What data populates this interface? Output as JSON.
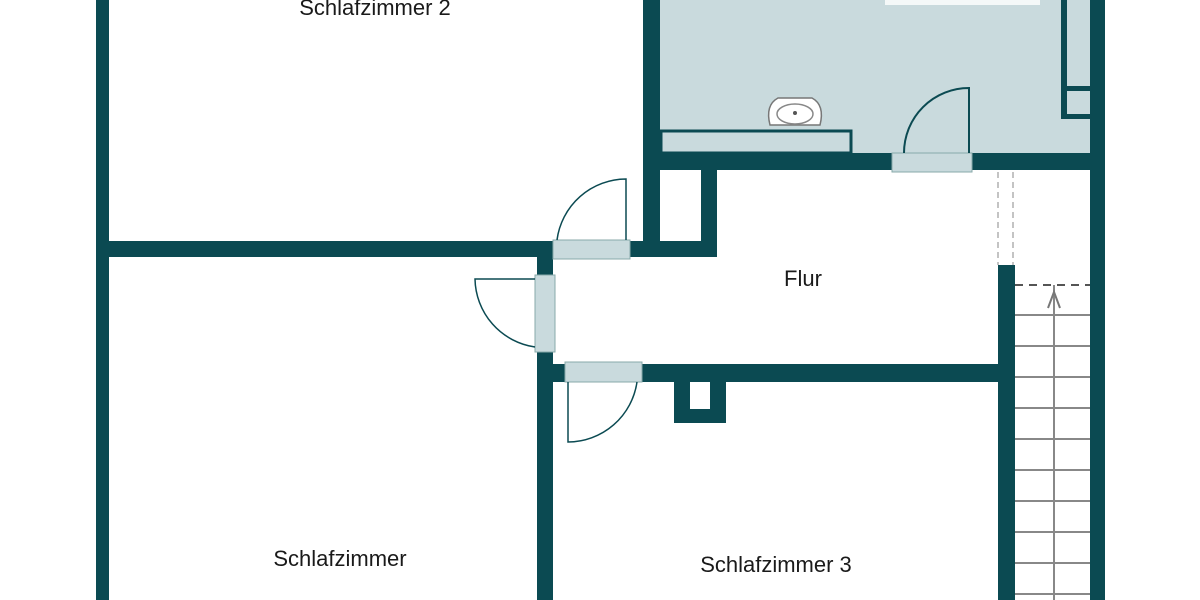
{
  "plan": {
    "rooms": [
      {
        "id": "schlafzimmer-2",
        "label": "Schlafzimmer 2"
      },
      {
        "id": "flur",
        "label": "Flur"
      },
      {
        "id": "schlafzimmer",
        "label": "Schlafzimmer"
      },
      {
        "id": "schlafzimmer-3",
        "label": "Schlafzimmer 3"
      }
    ],
    "colors": {
      "wall": "#0b4a52",
      "bath_fill": "#c9dadd",
      "door_frame": "#c9dadd",
      "background": "#ffffff"
    }
  }
}
